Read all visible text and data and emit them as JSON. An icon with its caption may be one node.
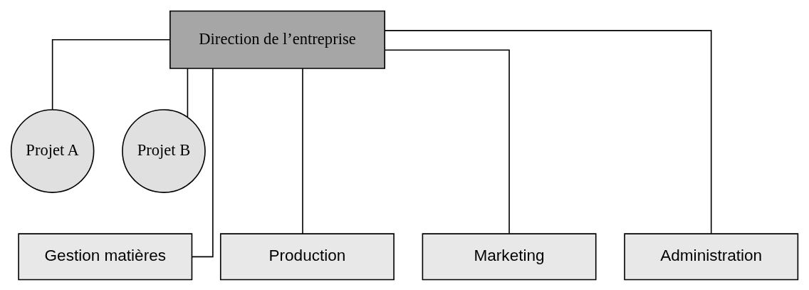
{
  "diagram": {
    "nodes": [
      {
        "text": [
          "Direction de l’entreprise"
        ]
      },
      {
        "text": [
          "Projet A"
        ]
      },
      {
        "text": [
          "Projet B"
        ]
      },
      {
        "text": [
          "Gestion matières"
        ]
      },
      {
        "text": [
          "Production"
        ]
      },
      {
        "text": [
          "Marketing"
        ]
      },
      {
        "text": [
          "Administration"
        ]
      }
    ],
    "edges": [
      {
        "from": 0,
        "to": 1,
        "arrow": "none"
      },
      {
        "from": 0,
        "to": 2,
        "arrow": "none"
      },
      {
        "from": 0,
        "to": 3,
        "arrow": "none"
      },
      {
        "from": 0,
        "to": 4,
        "arrow": "none"
      },
      {
        "from": 0,
        "to": 5,
        "arrow": "none"
      },
      {
        "from": 0,
        "to": 6,
        "arrow": "none"
      }
    ]
  }
}
